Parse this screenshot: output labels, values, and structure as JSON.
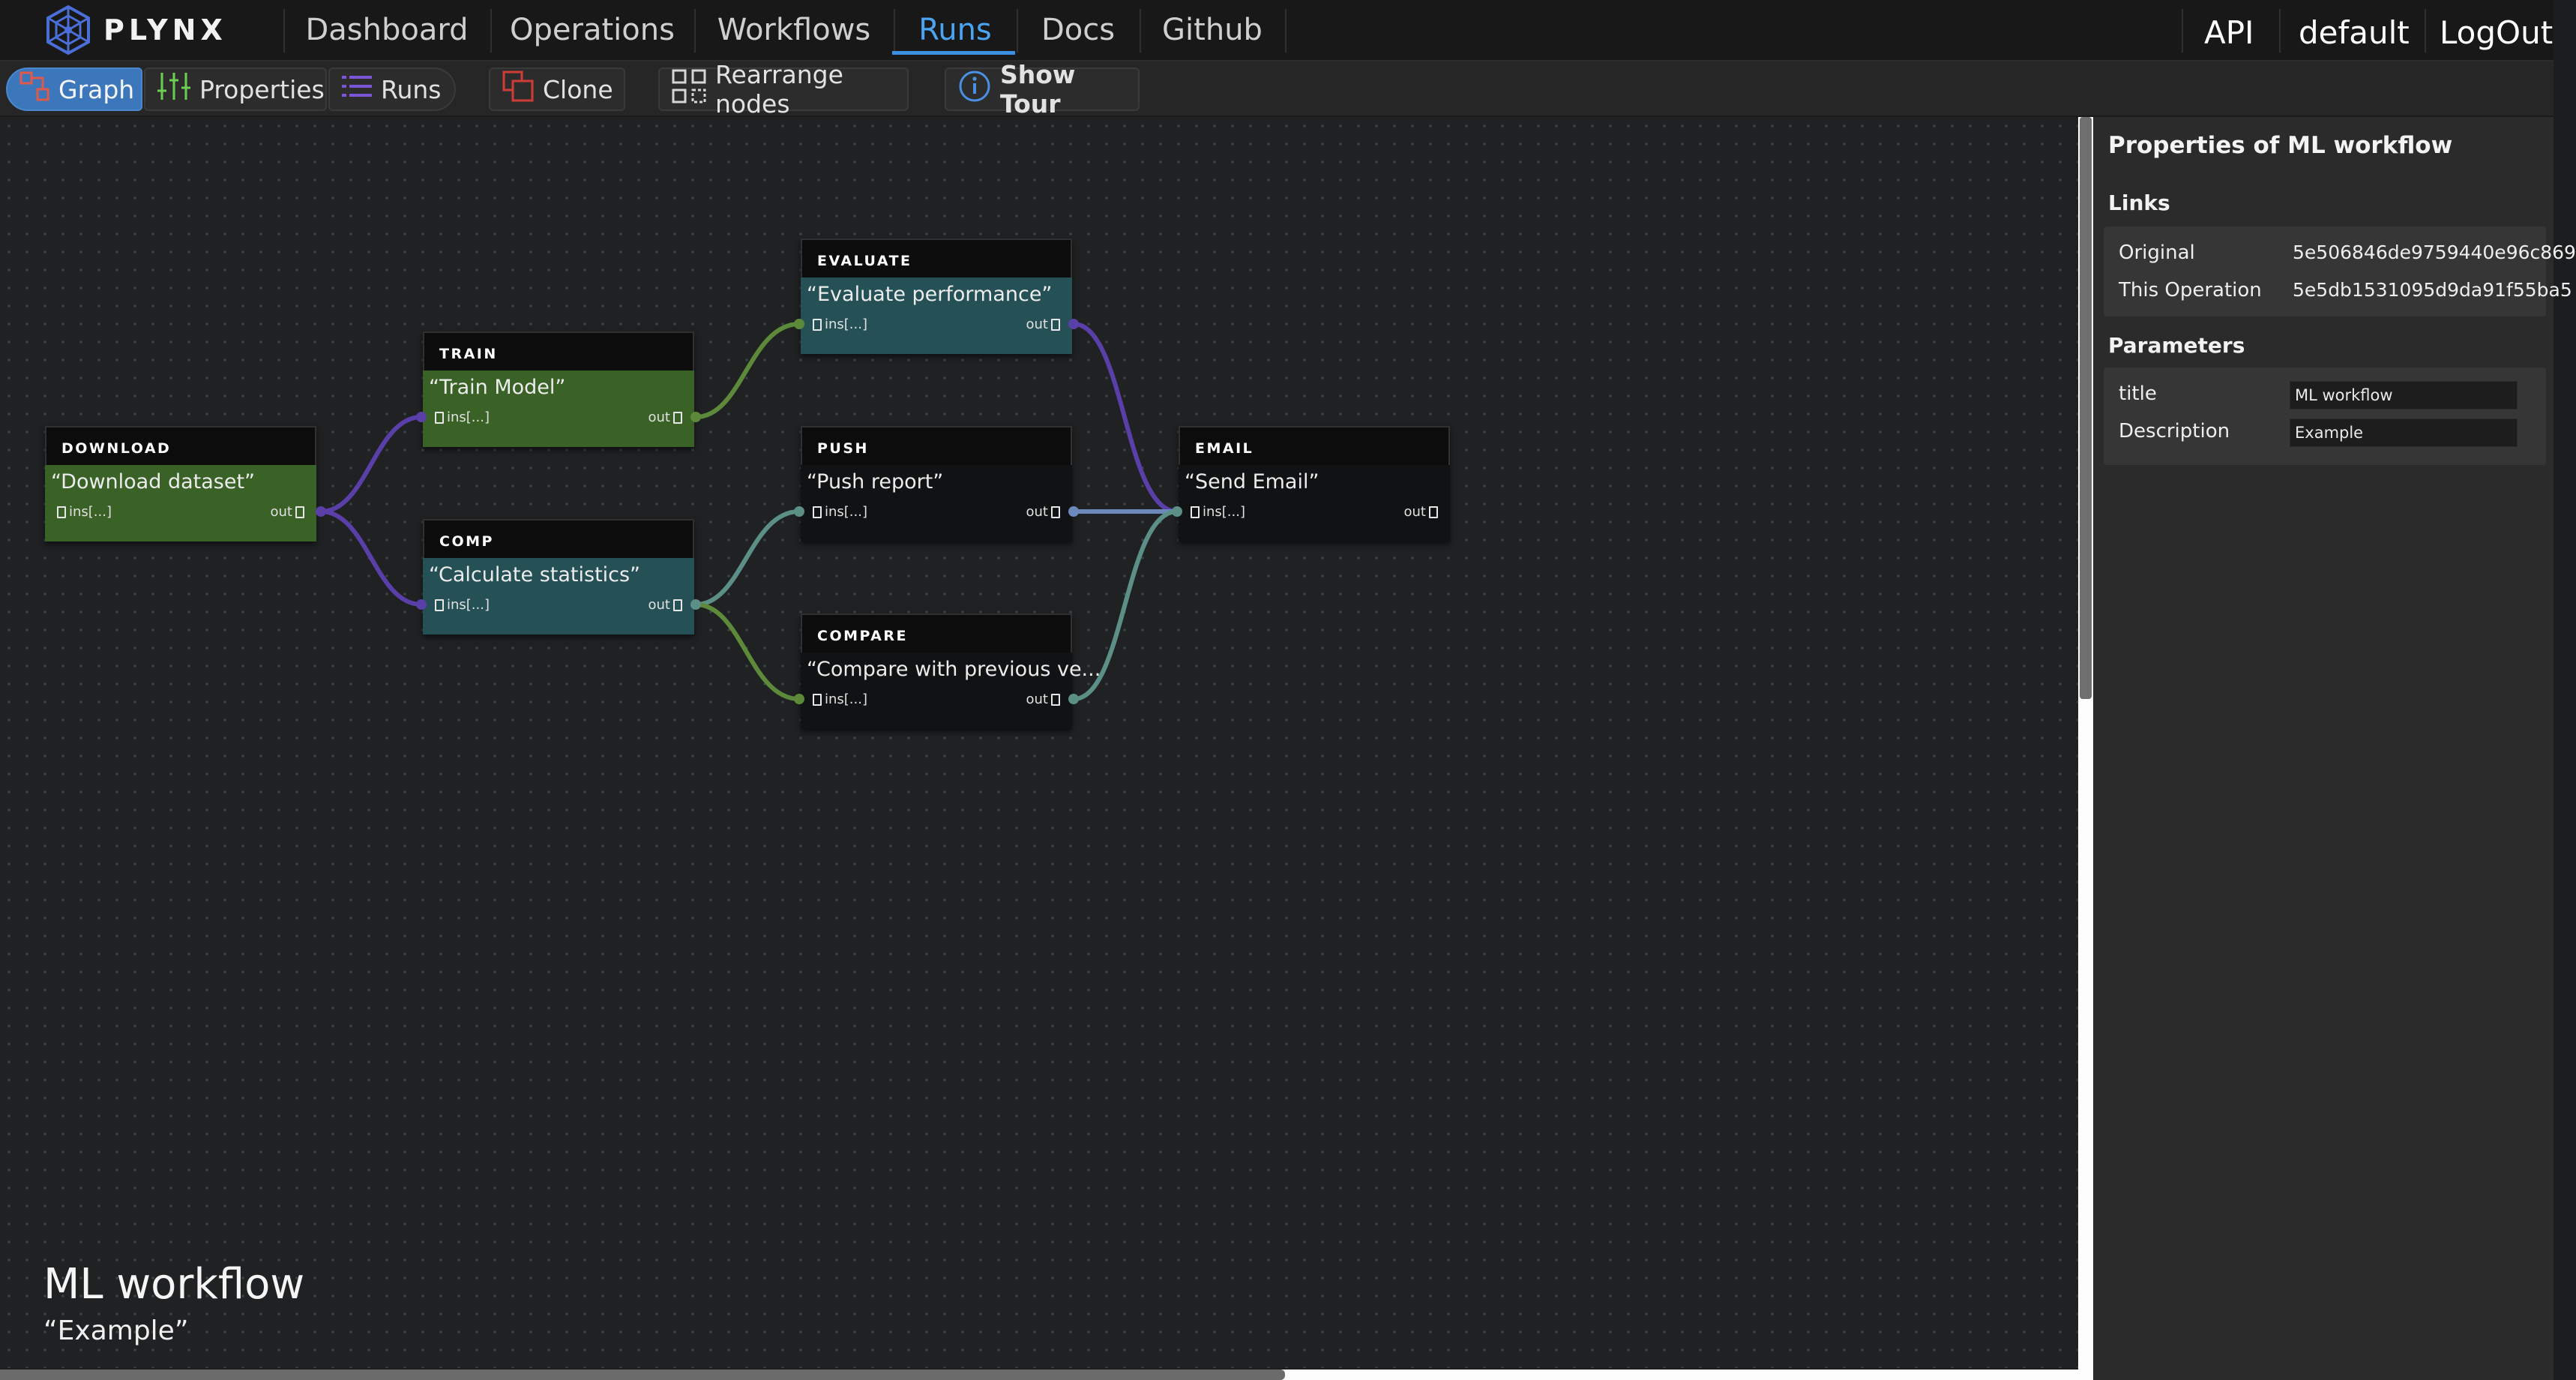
{
  "app": {
    "name": "PLYNX",
    "accent": "#3b8fe0"
  },
  "nav": {
    "items": [
      {
        "label": "Dashboard"
      },
      {
        "label": "Operations"
      },
      {
        "label": "Workflows"
      },
      {
        "label": "Runs",
        "active": true
      },
      {
        "label": "Docs"
      },
      {
        "label": "Github"
      }
    ],
    "right": {
      "api": "API",
      "user": "default",
      "logout": "LogOut"
    }
  },
  "toolbar": {
    "graph": "Graph",
    "properties": "Properties",
    "runs": "Runs",
    "clone": "Clone",
    "rearrange": "Rearrange nodes",
    "tour": "Show Tour"
  },
  "graph": {
    "nodes": {
      "download": {
        "type": "DOWNLOAD",
        "title": "“Download dataset”",
        "in": "ins[...]",
        "out": "out",
        "color": "#3a6227"
      },
      "train": {
        "type": "TRAIN",
        "title": "“Train Model”",
        "in": "ins[...]",
        "out": "out",
        "color": "#3a6227"
      },
      "comp": {
        "type": "COMP",
        "title": "“Calculate statistics”",
        "in": "ins[...]",
        "out": "out",
        "color": "#255156"
      },
      "evaluate": {
        "type": "EVALUATE",
        "title": "“Evaluate performance”",
        "in": "ins[...]",
        "out": "out",
        "color": "#255156"
      },
      "push": {
        "type": "PUSH",
        "title": "“Push report”",
        "in": "ins[...]",
        "out": "out",
        "color": "#111213"
      },
      "compare": {
        "type": "COMPARE",
        "title": "“Compare with previous ve...",
        "in": "ins[...]",
        "out": "out",
        "color": "#111213"
      },
      "email": {
        "type": "EMAIL",
        "title": "“Send Email”",
        "in": "ins[...]",
        "out": "out",
        "color": "#111213"
      }
    },
    "edge_colors": {
      "purple": "#5a3fa8",
      "green": "#5d8a3a",
      "teal": "#5c8f86",
      "blue": "#6d88bb"
    }
  },
  "workflow": {
    "title": "ML workflow",
    "description": "“Example”"
  },
  "panel": {
    "title": "Properties of ML workflow",
    "links_title": "Links",
    "links": [
      {
        "label": "Original",
        "value": "5e506846de9759440e96c869"
      },
      {
        "label": "This Operation",
        "value": "5e5db1531095d9da91f55ba5"
      }
    ],
    "params_title": "Parameters",
    "params": [
      {
        "label": "title",
        "value": "ML workflow"
      },
      {
        "label": "Description",
        "value": "Example"
      }
    ]
  }
}
